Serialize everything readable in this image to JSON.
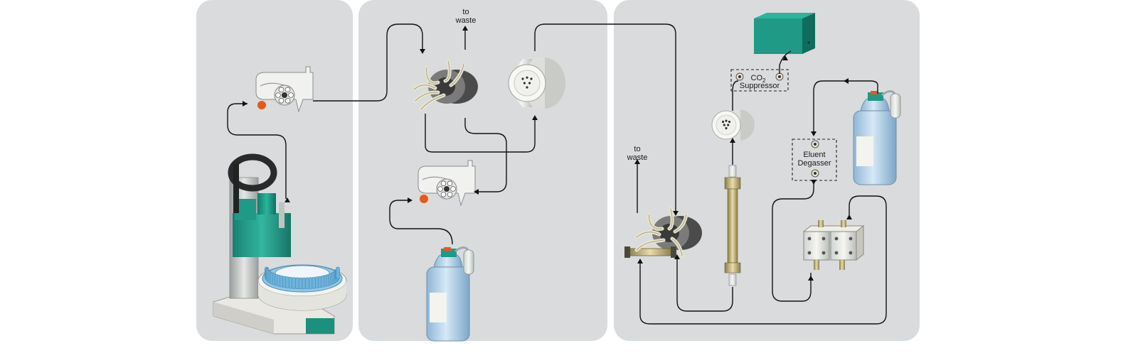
{
  "labels": {
    "waste_top": [
      "to",
      "waste"
    ],
    "waste_right": [
      "to",
      "waste"
    ],
    "co2": "CO",
    "co2_sub": "2",
    "suppressor": "Suppressor",
    "degasser": [
      "Eluent",
      "Degasser"
    ]
  },
  "colors": {
    "panel": "#dadbdd",
    "teal": "#1e9a86",
    "bottle": "#b9d6ea",
    "tube": "#e7e0c8"
  }
}
